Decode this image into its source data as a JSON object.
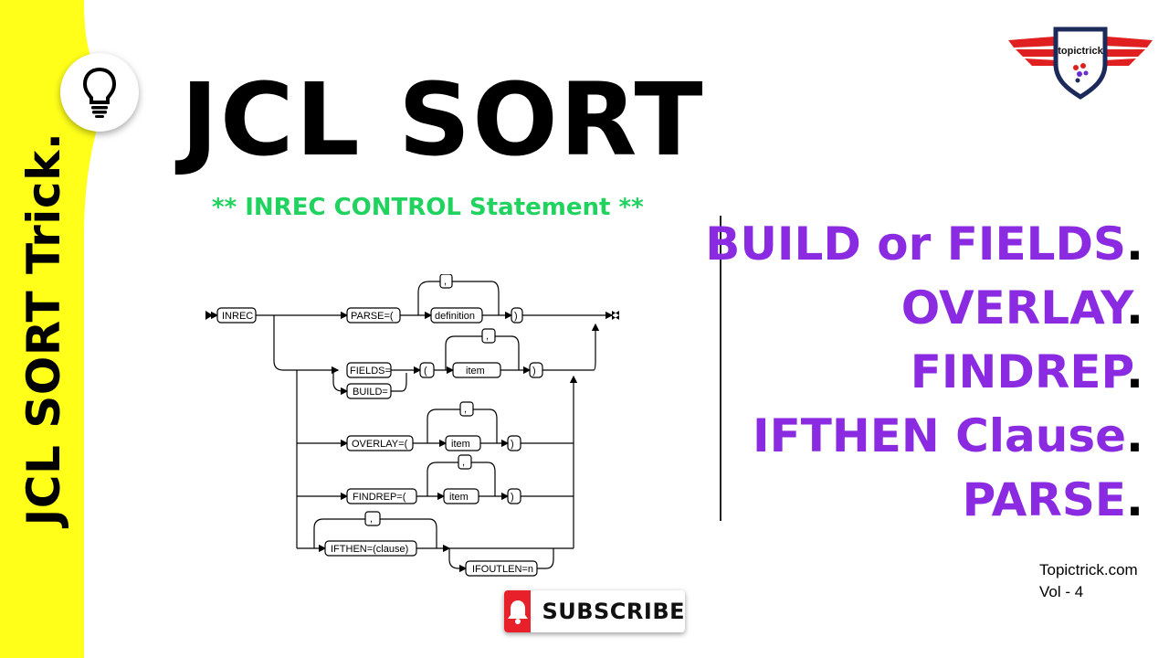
{
  "side_title": "JCL SORT Trick.",
  "main_title": "JCL SORT",
  "subtitle": "** INREC CONTROL Statement **",
  "features": [
    {
      "label": "BUILD or FIELDS",
      "dot": "."
    },
    {
      "label": "OVERLAY",
      "dot": "."
    },
    {
      "label": "FINDREP",
      "dot": "."
    },
    {
      "label": "IFTHEN Clause",
      "dot": "."
    },
    {
      "label": "PARSE",
      "dot": "."
    }
  ],
  "logo_text": "topictrick",
  "site": "Topictrick.com",
  "volume": "Vol - 4",
  "subscribe_label": "SUBSCRIBE",
  "diagram": {
    "inrec": "INREC",
    "parse": "PARSE=(",
    "definition": "definition",
    "fields": "FIELDS=",
    "build": "BUILD=",
    "overlay": "OVERLAY=(",
    "findrep": "FINDREP=(",
    "ifthen": "IFTHEN=(clause)",
    "ifoutlen": "IFOUTLEN=n",
    "item": "item",
    "comma": ",",
    "open_paren": "(",
    "close_paren": ")"
  },
  "colors": {
    "side_band": "#ffff1a",
    "subtitle": "#1fd35e",
    "features": "#8a2be2",
    "subscribe_red": "#e8202a",
    "logo_red": "#e02020",
    "logo_navy": "#1c2a5a"
  }
}
